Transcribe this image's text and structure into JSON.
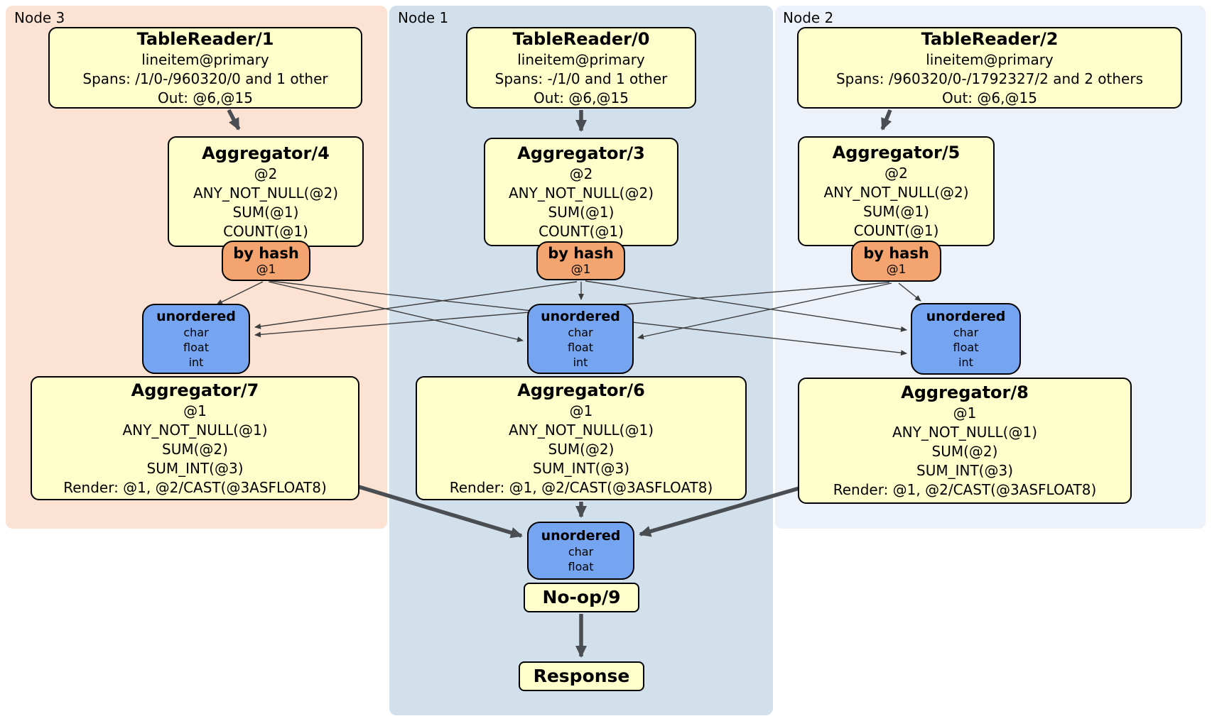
{
  "diagram": {
    "nodes": [
      {
        "label": "Node 3",
        "table_reader": {
          "title": "TableReader/1",
          "lines": [
            "lineitem@primary",
            "Spans: /1/0-/960320/0 and 1 other",
            "Out: @6,@15"
          ]
        },
        "stage1_aggregator": {
          "title": "Aggregator/4",
          "lines": [
            "@2",
            "ANY_NOT_NULL(@2)",
            "SUM(@1)",
            "COUNT(@1)"
          ]
        },
        "router": {
          "title": "by hash",
          "lines": [
            "@1"
          ]
        },
        "sync": {
          "title": "unordered",
          "lines": [
            "char",
            "float",
            "int"
          ]
        },
        "stage2_aggregator": {
          "title": "Aggregator/7",
          "lines": [
            "@1",
            "ANY_NOT_NULL(@1)",
            "SUM(@2)",
            "SUM_INT(@3)",
            "Render: @1, @2/CAST(@3ASFLOAT8)"
          ]
        }
      },
      {
        "label": "Node 1",
        "table_reader": {
          "title": "TableReader/0",
          "lines": [
            "lineitem@primary",
            "Spans: -/1/0 and 1 other",
            "Out: @6,@15"
          ]
        },
        "stage1_aggregator": {
          "title": "Aggregator/3",
          "lines": [
            "@2",
            "ANY_NOT_NULL(@2)",
            "SUM(@1)",
            "COUNT(@1)"
          ]
        },
        "router": {
          "title": "by hash",
          "lines": [
            "@1"
          ]
        },
        "sync": {
          "title": "unordered",
          "lines": [
            "char",
            "float",
            "int"
          ]
        },
        "stage2_aggregator": {
          "title": "Aggregator/6",
          "lines": [
            "@1",
            "ANY_NOT_NULL(@1)",
            "SUM(@2)",
            "SUM_INT(@3)",
            "Render: @1, @2/CAST(@3ASFLOAT8)"
          ]
        }
      },
      {
        "label": "Node 2",
        "table_reader": {
          "title": "TableReader/2",
          "lines": [
            "lineitem@primary",
            "Spans: /960320/0-/1792327/2 and 2 others",
            "Out: @6,@15"
          ]
        },
        "stage1_aggregator": {
          "title": "Aggregator/5",
          "lines": [
            "@2",
            "ANY_NOT_NULL(@2)",
            "SUM(@1)",
            "COUNT(@1)"
          ]
        },
        "router": {
          "title": "by hash",
          "lines": [
            "@1"
          ]
        },
        "sync": {
          "title": "unordered",
          "lines": [
            "char",
            "float",
            "int"
          ]
        },
        "stage2_aggregator": {
          "title": "Aggregator/8",
          "lines": [
            "@1",
            "ANY_NOT_NULL(@1)",
            "SUM(@2)",
            "SUM_INT(@3)",
            "Render: @1, @2/CAST(@3ASFLOAT8)"
          ]
        }
      }
    ],
    "final_sync": {
      "title": "unordered",
      "lines": [
        "char",
        "float"
      ]
    },
    "noop": {
      "title": "No-op/9"
    },
    "response": {
      "title": "Response"
    },
    "colors": {
      "node3_bg": "#fce2d3",
      "node1_bg": "#d2e0ec",
      "node2_bg": "#ecf1fa",
      "processor_bg": "#ffffcc",
      "router_bg": "#f4a46e",
      "sync_bg": "#75a4f0",
      "edge_thin": "#3c3c3c",
      "edge_thick": "#4a4e52"
    }
  }
}
